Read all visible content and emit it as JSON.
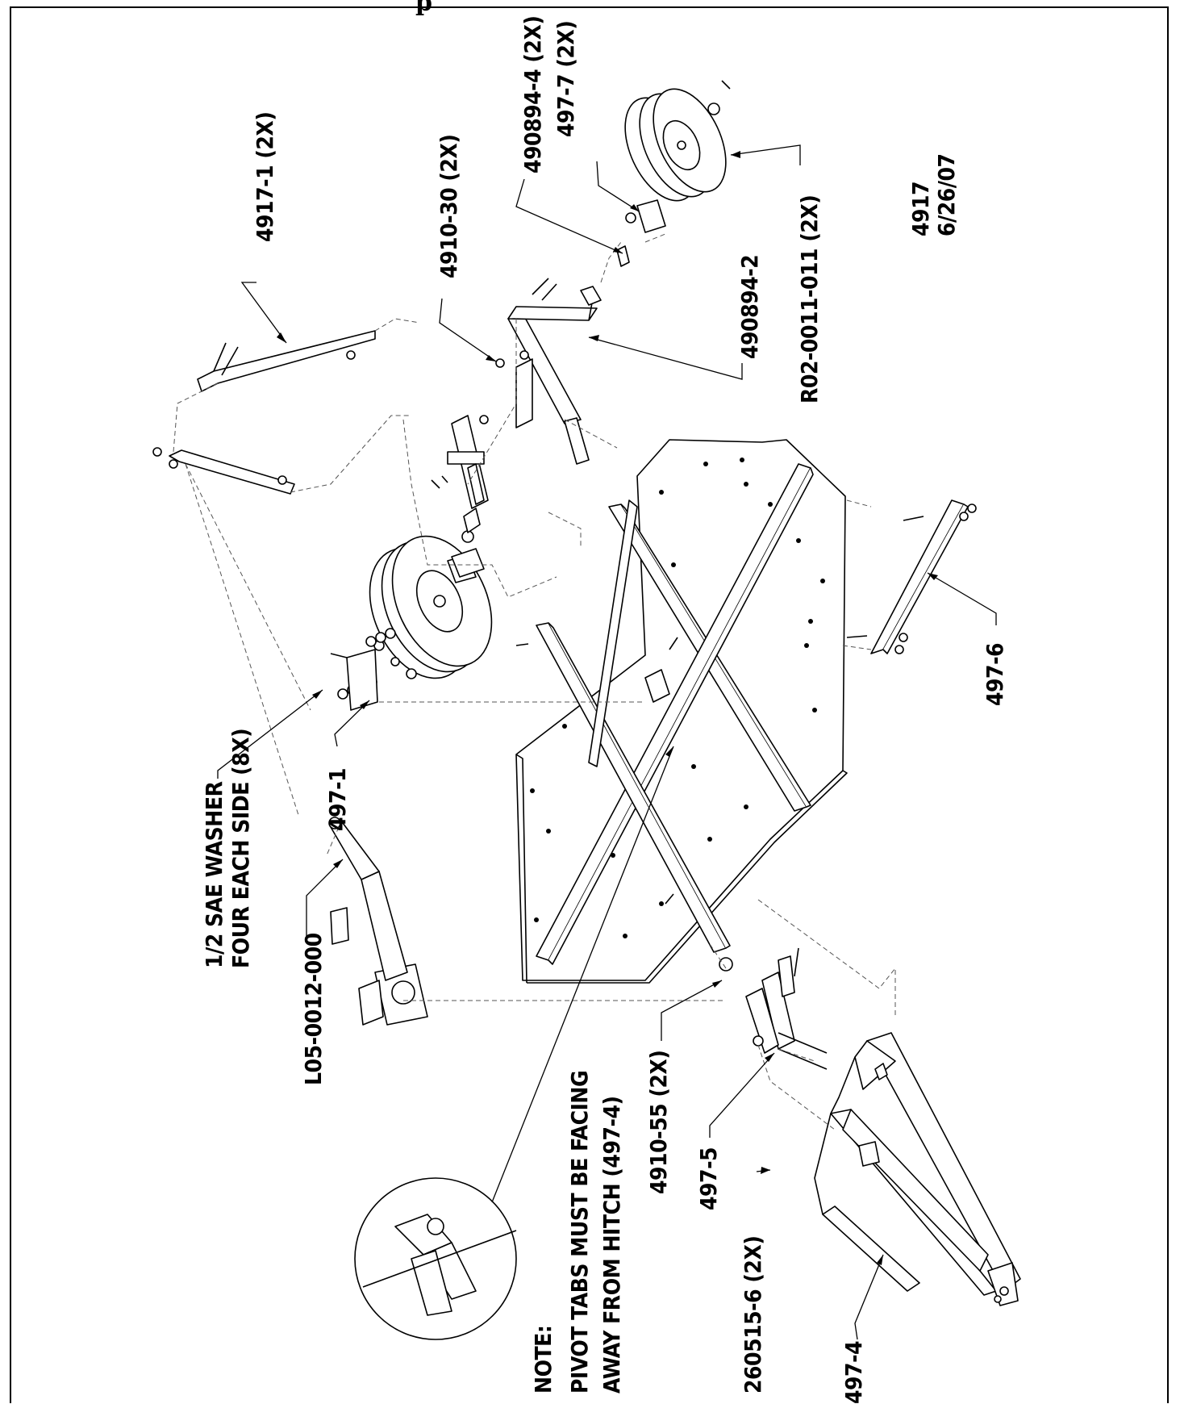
{
  "page_header_fragment": "p",
  "drawing_number": "4917",
  "drawing_date": "6/26/07",
  "callouts": {
    "part_4917_1": "4917-1 (2X)",
    "part_4910_30": "4910-30 (2X)",
    "part_490894_4": "490894-4 (2X)",
    "part_497_7": "497-7 (2X)",
    "part_490894_2": "490894-2",
    "part_r02": "R02-0011-011 (2X)",
    "part_497_6": "497-6",
    "part_497_1": "497-1",
    "washer_line1": "1/2 SAE WASHER",
    "washer_line2": "FOUR EACH SIDE (8X)",
    "part_l05": "L05-0012-000",
    "note_line1": "NOTE:",
    "note_line2": "PIVOT TABS MUST BE FACING",
    "note_line3": "AWAY FROM HITCH (497-4)",
    "part_4910_55": "4910-55 (2X)",
    "part_497_5": "497-5",
    "part_260515_6": "260515-6 (2X)",
    "part_497_4": "497-4"
  }
}
